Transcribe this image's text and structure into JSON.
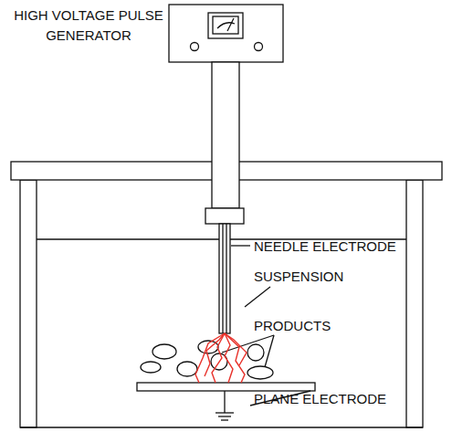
{
  "diagram": {
    "title": "HIGH VOLTAGE PULSE GENERATOR",
    "labels": [
      "NEEDLE ELECTRODE",
      "SUSPENSION",
      "PRODUCTS",
      "PLANE ELECTRODE"
    ]
  }
}
